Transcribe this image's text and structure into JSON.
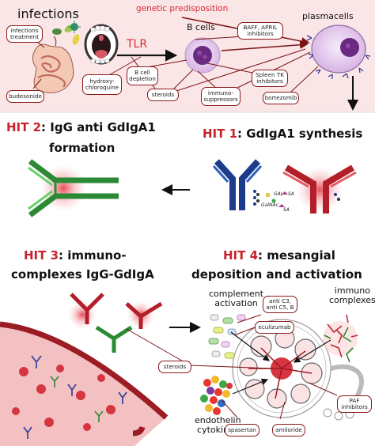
{
  "top": {
    "infections": "infections",
    "genetic": "genetic predisposition",
    "bcells": "B cells",
    "plasmacells": "plasmacells",
    "tlr": "TLR"
  },
  "boxes": {
    "infections_treatment": "infections\ntreatment",
    "budesonide": "budesonide",
    "hydroxychloroquine": "hydroxy-\nchloroquine",
    "bcell_depletion": "B cell\ndepletion",
    "steroids_top": "steroids",
    "immunosuppressors": "immuno-\nsuppressors",
    "baff_april": "BAFF, APRIL\ninhibitors",
    "spleen_tk": "Spleen TK\ninhibitors",
    "bortezomib": "bortezomib",
    "anti_c3": "anti C3,\nanti C5, B",
    "eculizumab": "eculizumab",
    "steroids_bottom": "steroids",
    "paf": "PAF\ninhibitors",
    "spasertan": "spasertan",
    "amiloride": "amiloride"
  },
  "hits": {
    "hit2_label": "HIT 2",
    "hit2_text": ": IgG anti GdIgA1",
    "hit2_text2": "formation",
    "hit1_label": "HIT 1",
    "hit1_text": ": GdIgA1 synthesis",
    "hit3_label": "HIT 3",
    "hit3_text": ": immuno-",
    "hit3_text2": "complexes IgG-GdIgA",
    "hit4_label": "HIT 4",
    "hit4_text": ": mesangial",
    "hit4_text2": "deposition and activation"
  },
  "molecules": {
    "gal": "GAL",
    "sa": "SA",
    "galnac": "GalNAc",
    "sa2": "SA"
  },
  "bottom": {
    "complement": "complement\nactivation",
    "immune_complexes": "immuno\ncomplexes",
    "endothelin": "endothelin\ncytokines"
  },
  "colors": {
    "accent_red": "#c8232c",
    "dark_red": "#8b1a1a",
    "blue": "#1b3c8c",
    "green": "#3aa845",
    "pink_bg": "#fbe6e7",
    "purple": "#8a4a9c"
  }
}
